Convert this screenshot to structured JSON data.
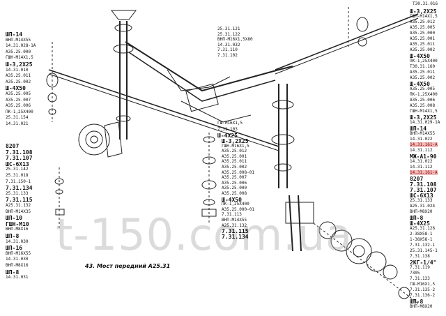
{
  "caption": "43. Мост передний А25.31",
  "watermark": "t-150.com.ua",
  "top_right_code": "Т30.31.016",
  "left_column": [
    {
      "t": "ШП-14",
      "b": true
    },
    {
      "t": "ВНП-М14Х55"
    },
    {
      "t": "14.31.028-1А"
    },
    {
      "t": "А35.25.000"
    },
    {
      "t": "ГШН-М14Х1,5"
    },
    {
      "t": "Ш-3,2Х25",
      "b": true
    },
    {
      "t": "14.31.010"
    },
    {
      "t": "А35.25.011"
    },
    {
      "t": "А35.25.002"
    },
    {
      "t": "Ш-4Х50",
      "b": true
    },
    {
      "t": "А35.25.005"
    },
    {
      "t": "А35.25.007"
    },
    {
      "t": "А35.25.006"
    },
    {
      "t": "ПК-1,25Х400"
    },
    {
      "t": "25.31.154"
    },
    {
      "t": "14.31.021"
    }
  ],
  "left_lower_column": [
    {
      "t": "8207",
      "b": true
    },
    {
      "t": "7.31.108",
      "b": true
    },
    {
      "t": "7.31.107",
      "b": true
    },
    {
      "t": "ШС-6Х13",
      "b": true
    },
    {
      "t": "25.31.142"
    },
    {
      "t": "25.31.018"
    },
    {
      "t": "7.31.150-1"
    },
    {
      "t": "7.31.134",
      "b": true
    },
    {
      "t": "25.31.133"
    },
    {
      "t": "7.31.115",
      "b": true
    },
    {
      "t": "А25.31.132"
    },
    {
      "t": "ВНП-М14Х35"
    },
    {
      "t": "ШП-10",
      "b": true
    },
    {
      "t": "ГШН-М10",
      "b": true
    },
    {
      "t": "ВНП-М8Х16"
    },
    {
      "t": "ШП-8",
      "b": true
    },
    {
      "t": "14.31.030"
    },
    {
      "t": "ШП-16",
      "b": true
    },
    {
      "t": "ВНП-М16Х55"
    },
    {
      "t": "14.31.030"
    },
    {
      "t": "ВНП-М8Х16"
    },
    {
      "t": "ШП-8",
      "b": true
    },
    {
      "t": "14.31.031"
    }
  ],
  "center_top_column": [
    {
      "t": "25.31.121"
    },
    {
      "t": "25.31.122"
    },
    {
      "t": "ВНП-М16Х1,5Х80"
    },
    {
      "t": "14.31.032"
    },
    {
      "t": "7.31.110"
    },
    {
      "t": "7.31.102"
    }
  ],
  "center_mid_column": [
    {
      "t": "ГШ-М16Х1,5"
    },
    {
      "t": "7.31.103"
    },
    {
      "t": "Ш-4Х25",
      "b": true
    }
  ],
  "center_low_column": [
    {
      "t": "Ш-3,2Х25",
      "b": true
    },
    {
      "t": "ГШН-М16Х1,5"
    },
    {
      "t": "А35.25.012"
    },
    {
      "t": "А35.25.001"
    },
    {
      "t": "А35.25.011"
    },
    {
      "t": "А35.25.002"
    },
    {
      "t": "А35.25.008-01"
    },
    {
      "t": "А35.25.007"
    },
    {
      "t": "А35.25.006"
    },
    {
      "t": "А35.25.000"
    },
    {
      "t": "А35.25.008"
    },
    {
      "t": "Ш-4Х50",
      "b": true
    },
    {
      "t": "ПК-1,25Х400"
    },
    {
      "t": "А35.25.000-01"
    },
    {
      "t": "7.31.113"
    },
    {
      "t": "ВНП-М14Х55"
    },
    {
      "t": "А25.31.132"
    },
    {
      "t": "7.31.115",
      "b": true
    },
    {
      "t": "7.31.134",
      "b": true
    }
  ],
  "right_column": [
    {
      "t": "Ш-3,2Х25",
      "b": true
    },
    {
      "t": "ГШН-М14Х1,5"
    },
    {
      "t": "А35.25.012"
    },
    {
      "t": "А35.25.005"
    },
    {
      "t": "А35.25.000"
    },
    {
      "t": "А35.25.001"
    },
    {
      "t": "А35.25.011"
    },
    {
      "t": "А35.25.002"
    },
    {
      "t": "Ш-4Х50",
      "b": true
    },
    {
      "t": "ПК-1,25Х400"
    },
    {
      "t": "Т30.31.160"
    },
    {
      "t": "А35.25.011"
    },
    {
      "t": "А35.25.002"
    },
    {
      "t": "Ш-4Х50",
      "b": true
    },
    {
      "t": "А35.25.005"
    },
    {
      "t": "ПК-1,25Х400"
    },
    {
      "t": "А35.25.006"
    },
    {
      "t": "А35.25.008"
    },
    {
      "t": "ГШН-М14Х1,5"
    },
    {
      "t": "Ш-3,2Х25",
      "b": true
    },
    {
      "t": "14.31.029-1А"
    },
    {
      "t": "ШП-14",
      "b": true
    },
    {
      "t": "ВНП-М14Х55"
    },
    {
      "t": "14.31.022"
    },
    {
      "t": "14.31.161-А",
      "hl": true
    },
    {
      "t": "14.31.112"
    },
    {
      "t": "МЖ-А1-90",
      "b": true
    },
    {
      "t": "14.31.022"
    },
    {
      "t": "14.31.112"
    },
    {
      "t": "14.31.161-А",
      "hl": true
    },
    {
      "t": "8207",
      "b": true
    },
    {
      "t": "7.31.108",
      "b": true
    },
    {
      "t": "7.31.107",
      "b": true
    },
    {
      "t": "ШС-6Х13",
      "b": true
    },
    {
      "t": "25.31.133"
    },
    {
      "t": "А25.31.024"
    },
    {
      "t": "ВНП-М8Х20"
    },
    {
      "t": "ШП-8",
      "b": true
    },
    {
      "t": "Ш-4Х25",
      "b": true
    },
    {
      "t": "А25.31.126"
    },
    {
      "t": "2-38Х58-1"
    },
    {
      "t": "1-38Х58-1"
    },
    {
      "t": "7.31.132-1"
    },
    {
      "t": "25.31.145-1"
    },
    {
      "t": "7.31.138"
    },
    {
      "t": "2КГ-1/4\"",
      "b": true
    },
    {
      "t": "7.31.119"
    },
    {
      "t": "7305"
    },
    {
      "t": "7.31.133"
    },
    {
      "t": "ГШ-М16Х1,5"
    },
    {
      "t": "7.31.135-2"
    },
    {
      "t": "7.31.136-2"
    },
    {
      "t": "ШП-8",
      "b": true
    },
    {
      "t": "ВНП-М8Х20"
    }
  ]
}
